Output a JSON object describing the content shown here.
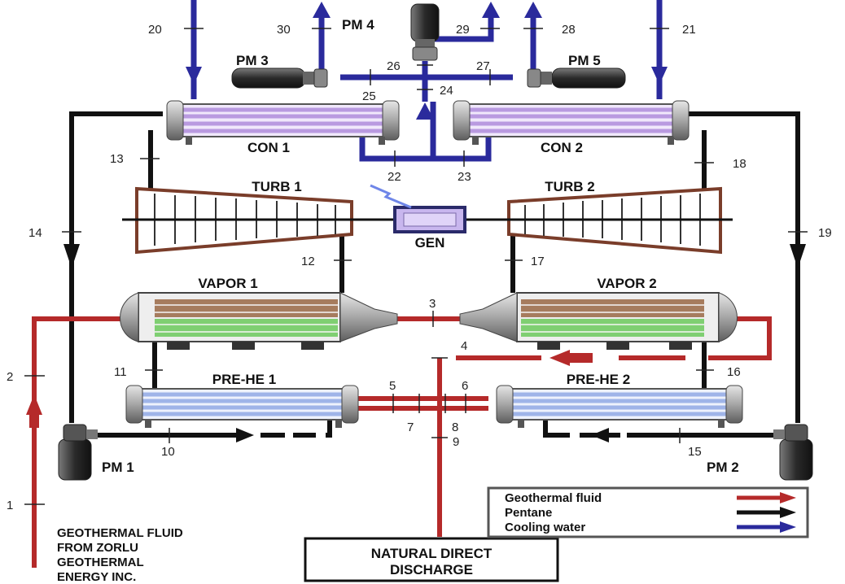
{
  "colors": {
    "geothermal": "#b52a2a",
    "pentane": "#111111",
    "cooling": "#2a2a9c",
    "condenser_tubes": "#b99ae0",
    "vapor_tubes_top": "#a67c5e",
    "vapor_tubes_bottom": "#7fcf72",
    "preheater_tubes": "#9fb4e8",
    "shell": "#9a9a9a"
  },
  "components": {
    "con1": "CON 1",
    "con2": "CON 2",
    "turb1": "TURB 1",
    "turb2": "TURB 2",
    "gen": "GEN",
    "vapor1": "VAPOR 1",
    "vapor2": "VAPOR 2",
    "prehe1": "PRE-HE 1",
    "prehe2": "PRE-HE 2",
    "pm1": "PM 1",
    "pm2": "PM 2",
    "pm3": "PM 3",
    "pm4": "PM 4",
    "pm5": "PM 5"
  },
  "state_points": [
    "1",
    "2",
    "3",
    "4",
    "5",
    "6",
    "7",
    "8",
    "9",
    "10",
    "11",
    "12",
    "13",
    "14",
    "15",
    "16",
    "17",
    "18",
    "19",
    "20",
    "21",
    "22",
    "23",
    "24",
    "25",
    "26",
    "27",
    "28",
    "29",
    "30"
  ],
  "source_label": [
    "GEOTHERMAL FLUID",
    "FROM ZORLU",
    "GEOTHERMAL",
    "ENERGY INC."
  ],
  "discharge_label": [
    "NATURAL DIRECT",
    "DISCHARGE"
  ],
  "legend": [
    {
      "label": "Geothermal fluid",
      "color": "#b52a2a"
    },
    {
      "label": "Pentane",
      "color": "#111111"
    },
    {
      "label": "Cooling water",
      "color": "#2a2a9c"
    }
  ]
}
